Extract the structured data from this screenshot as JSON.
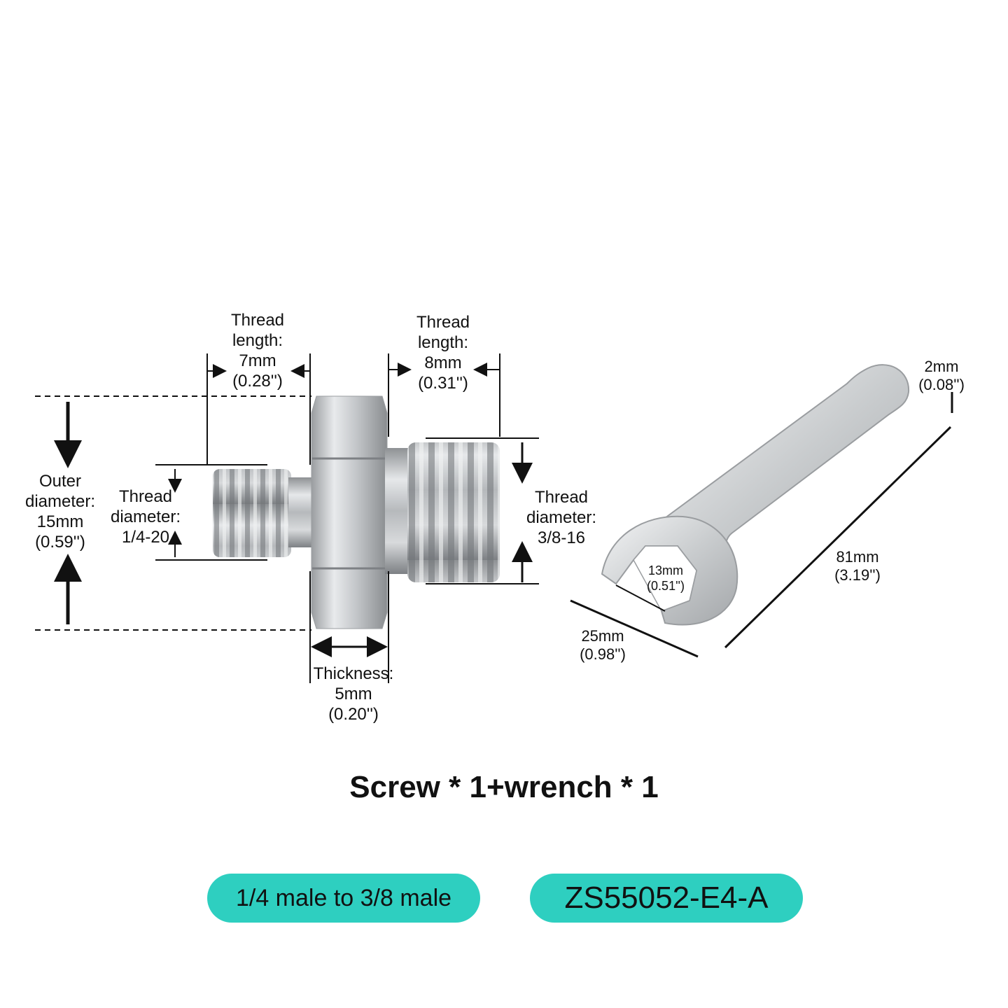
{
  "labels": {
    "left_thread_length": [
      "Thread",
      "length:",
      "7mm",
      "(0.28'')"
    ],
    "right_thread_length": [
      "Thread",
      "length:",
      "8mm",
      "(0.31'')"
    ],
    "outer_diameter": [
      "Outer",
      "diameter:",
      "15mm",
      "(0.59'')"
    ],
    "left_thread_diameter": [
      "Thread",
      "diameter:",
      "1/4-20"
    ],
    "right_thread_diameter": [
      "Thread",
      "diameter:",
      "3/8-16"
    ],
    "thickness": [
      "Thickness:",
      "5mm",
      "(0.20'')"
    ],
    "wrench_thickness": [
      "2mm",
      "(0.08'')"
    ],
    "wrench_length": [
      "81mm",
      "(3.19'')"
    ],
    "wrench_opening": [
      "13mm",
      "(0.51'')"
    ],
    "wrench_width": [
      "25mm",
      "(0.98'')"
    ]
  },
  "headline": "Screw * 1+wrench * 1",
  "badges": {
    "description": "1/4 male to 3/8 male",
    "model": "ZS55052-E4-A"
  },
  "colors": {
    "badge": "#2ecfc0",
    "metal": "#c8cacc"
  }
}
